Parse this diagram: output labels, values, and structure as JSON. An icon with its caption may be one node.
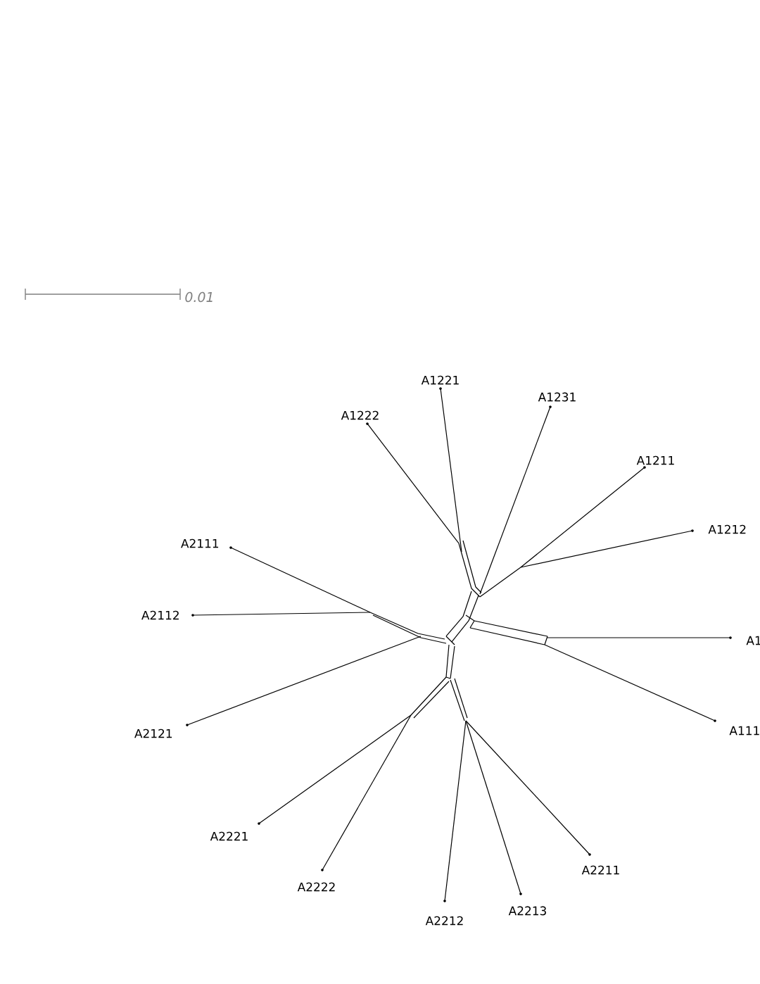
{
  "diagram": {
    "labels": [
      "0.01",
      "A1221",
      "A1231",
      "A1222",
      "A1211",
      "A1212",
      "A2111",
      "A2112",
      "A1",
      "A111",
      "A2121",
      "A2221",
      "A2211",
      "A2222",
      "A2213",
      "A2212"
    ]
  }
}
